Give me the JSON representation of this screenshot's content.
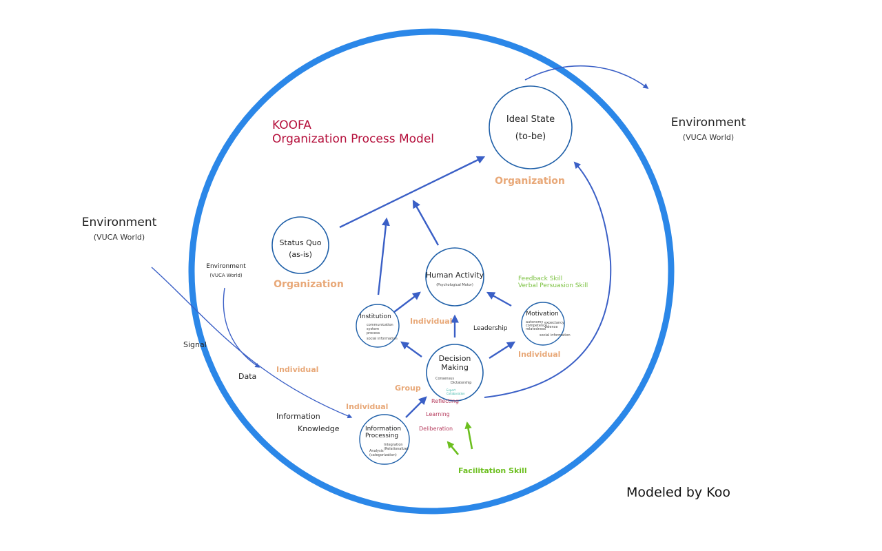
{
  "title": {
    "line1": "KOOFA",
    "line2": "Organization Process Model"
  },
  "environment_right": {
    "label": "Environment",
    "sub": "(VUCA World)"
  },
  "environment_left": {
    "label": "Environment",
    "sub": "(VUCA World)"
  },
  "environment_inner": {
    "label": "Environment",
    "sub": "(VUCA World)"
  },
  "nodes": {
    "ideal_state": {
      "line1": "Ideal State",
      "line2": "(to-be)",
      "caption": "Organization"
    },
    "status_quo": {
      "line1": "Status Quo",
      "line2": "(as-is)",
      "caption": "Organization"
    },
    "human_activity": {
      "label": "Human Activity",
      "sub": "(Psychological Motor)"
    },
    "institution": {
      "label": "Institution",
      "items": [
        "communication",
        "system",
        "process",
        "social information"
      ]
    },
    "motivation": {
      "label": "Motivation",
      "items": [
        "autonomy",
        "competence",
        "relatedness",
        "expectancy",
        "valence",
        "social information"
      ]
    },
    "decision_making": {
      "line1": "Decision",
      "line2": "Making",
      "items": [
        "Consensus",
        "Dictatorship"
      ],
      "extra": [
        "Expert",
        "Collaboration"
      ]
    },
    "information_processing": {
      "line1": "Information",
      "line2": "Processing",
      "items": [
        "Integration",
        "(Relationalize)",
        "Analysis",
        "(categorization)"
      ]
    }
  },
  "labels": {
    "individual": "Individual",
    "group": "Group",
    "leadership": "Leadership",
    "signal": "Signal",
    "data": "Data",
    "information": "Information",
    "knowledge": "Knowledge",
    "reflecting": "Reflecting",
    "learning": "Learning",
    "deliberation": "Deliberation",
    "feedback_skill": "Feedback Skill",
    "verbal_persuasion": "Verbal Persuasion Skill",
    "facilitation_skill": "Facilitation Skill",
    "credit": "Modeled by Koo"
  },
  "colors": {
    "circle": "#2b87e8",
    "arrow": "#3a5fc6",
    "green": "#7cc242",
    "title": "#b5103c",
    "organization": "#e8a878"
  }
}
